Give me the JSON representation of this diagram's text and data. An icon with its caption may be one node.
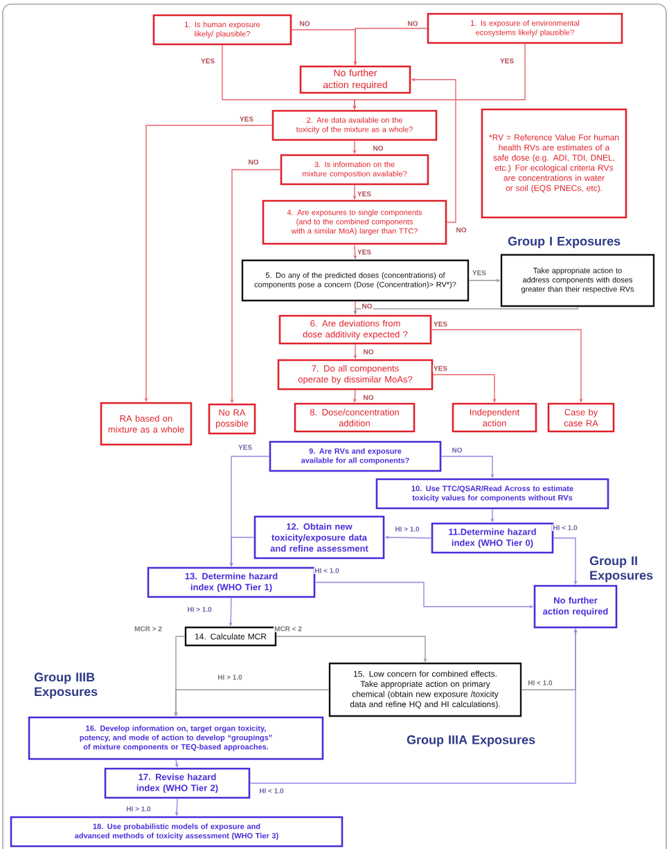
{
  "diagram": {
    "nodes": [
      {
        "text": [
          "1. Is human exposure  likely/ plausible?"
        ]
      },
      {
        "text": [
          "1. Is exposure of environmental ecosystems likely/ plausible?"
        ]
      },
      {
        "text": [
          "No further action required"
        ]
      },
      {
        "text": [
          "2. Are data available on the toxicity of the mixture as a whole?"
        ]
      },
      {
        "text": [
          "*RV = Reference Value For human health RVs are estimates of a safe dose (e.g. ADI, TDI, DNEL, etc.) For ecological criteria RVs are concentrations in water or soil (EQS PNECs, etc)."
        ]
      },
      {
        "text": [
          "3. Is information on the  mixture composition available?"
        ]
      },
      {
        "text": [
          "4. Are exposures to single components (and to the combined components with a similar MoA) larger than TTC?"
        ]
      },
      {
        "text": [
          "5. Do any of the predicted doses (concentrations) of components pose a concern (Dose  (Concentration)> RV*)?"
        ]
      },
      {
        "text": [
          "Take appropriate action to address components with doses greater than their respective RVs"
        ]
      },
      {
        "text": [
          "6. Are deviations from dose additivity expected ?"
        ]
      },
      {
        "text": [
          "7. Do all components operate by dissimilar MoAs?"
        ]
      },
      {
        "text": [
          "RA based on mixture as a whole"
        ]
      },
      {
        "text": [
          "No RA possible"
        ]
      },
      {
        "text": [
          "8. Dose/concentration addition"
        ]
      },
      {
        "text": [
          "Independent action"
        ]
      },
      {
        "text": [
          "Case by case RA"
        ]
      },
      {
        "text": [
          "9. Are RVs and exposure available for all components?"
        ]
      },
      {
        "text": [
          "10. Use TTC/QSAR/Read Across to estimate toxicity values for components without RVs"
        ]
      },
      {
        "text": [
          "12. Obtain new toxicity/exposure data and refine assessment"
        ]
      },
      {
        "text": [
          "11.Determine hazard index (WHO Tier 0)"
        ]
      },
      {
        "text": [
          "13. Determine hazard index (WHO Tier 1)"
        ]
      },
      {
        "text": [
          "No further action required"
        ]
      },
      {
        "text": [
          "14. Calculate MCR"
        ]
      },
      {
        "text": [
          "15. Low concern for combined effects. Take appropriate action on primary chemical (obtain new exposure /toxicity data and refine HQ and HI calculations)."
        ]
      },
      {
        "text": [
          "16. Develop information on, target organ toxicity, potency, and mode of action to develop “groupings” of mixture components or TEQ-based approaches."
        ]
      },
      {
        "text": [
          "17. Revise hazard index (WHO Tier 2)"
        ]
      },
      {
        "text": [
          "18. Use probabilistic models of exposure and advanced methods of toxicity assessment (WHO Tier 3)"
        ]
      }
    ],
    "edges": [
      {
        "from": 0,
        "to": 2,
        "arrow": "to",
        "label": "NO"
      },
      {
        "from": 1,
        "to": 2,
        "arrow": "to",
        "label": "NO"
      },
      {
        "from": 0,
        "to": 3,
        "arrow": "to",
        "label": "YES"
      },
      {
        "from": 1,
        "to": 3,
        "arrow": "to",
        "label": "YES"
      },
      {
        "from": 3,
        "to": 11,
        "arrow": "to",
        "label": "YES"
      },
      {
        "from": 3,
        "to": 5,
        "arrow": "to",
        "label": "NO"
      },
      {
        "from": 5,
        "to": 12,
        "arrow": "to",
        "label": "NO"
      },
      {
        "from": 5,
        "to": 6,
        "arrow": "to",
        "label": "YES"
      },
      {
        "from": 6,
        "to": 2,
        "arrow": "to",
        "label": "NO"
      },
      {
        "from": 6,
        "to": 7,
        "arrow": "to",
        "label": "YES"
      },
      {
        "from": 7,
        "to": 8,
        "arrow": "to",
        "label": "YES",
        "color": "#999999"
      },
      {
        "from": 7,
        "to": 9,
        "arrow": "to",
        "label": "NO"
      },
      {
        "from": 8,
        "to": 9,
        "arrow": "to",
        "color": "#999999"
      },
      {
        "from": 9,
        "to": 15,
        "arrow": "to",
        "label": "YES"
      },
      {
        "from": 9,
        "to": 10,
        "arrow": "to",
        "label": "NO"
      },
      {
        "from": 10,
        "to": 14,
        "arrow": "to",
        "label": "YES"
      },
      {
        "from": 10,
        "to": 13,
        "arrow": "to",
        "label": "NO"
      },
      {
        "from": 16,
        "to": 20,
        "arrow": "to",
        "label": "YES",
        "color": "#9586e6"
      },
      {
        "from": 16,
        "to": 17,
        "arrow": "to",
        "label": "NO",
        "color": "#9586e6"
      },
      {
        "from": 17,
        "to": 19,
        "arrow": "to",
        "color": "#9586e6"
      },
      {
        "from": 19,
        "to": 18,
        "arrow": "to",
        "label": "HI > 1.0",
        "color": "#9586e6"
      },
      {
        "from": 18,
        "to": 20,
        "arrow": "to",
        "color": "#9586e6"
      },
      {
        "from": 19,
        "to": 21,
        "arrow": "to",
        "label": "HI < 1.0",
        "color": "#9586e6"
      },
      {
        "from": 20,
        "to": 21,
        "arrow": "to",
        "label": "HI < 1.0",
        "color": "#9586e6"
      },
      {
        "from": 20,
        "to": 22,
        "arrow": "to",
        "label": "HI > 1.0",
        "color": "#9586e6"
      },
      {
        "from": 22,
        "to": 24,
        "arrow": "to",
        "label": "MCR > 2",
        "color": "#999999"
      },
      {
        "from": 22,
        "to": 23,
        "arrow": "to",
        "label": "MCR < 2",
        "color": "#999999"
      },
      {
        "from": 23,
        "to": 24,
        "arrow": "to",
        "label": "HI > 1.0",
        "color": "#999999"
      },
      {
        "from": 23,
        "to": 21,
        "arrow": "to",
        "label": "HI < 1.0",
        "color": "#999999"
      },
      {
        "from": 24,
        "to": 25,
        "arrow": "to",
        "color": "#9586e6"
      },
      {
        "from": 25,
        "to": 21,
        "arrow": "to",
        "label": "HI < 1.0",
        "color": "#9586e6"
      },
      {
        "from": 25,
        "to": 26,
        "arrow": "to",
        "label": "HI > 1.0",
        "color": "#9586e6"
      }
    ],
    "labels": [
      "Group I Exposures",
      "Group II Exposures",
      "Group IIIB Exposures",
      "Group IIIA Exposures"
    ]
  }
}
